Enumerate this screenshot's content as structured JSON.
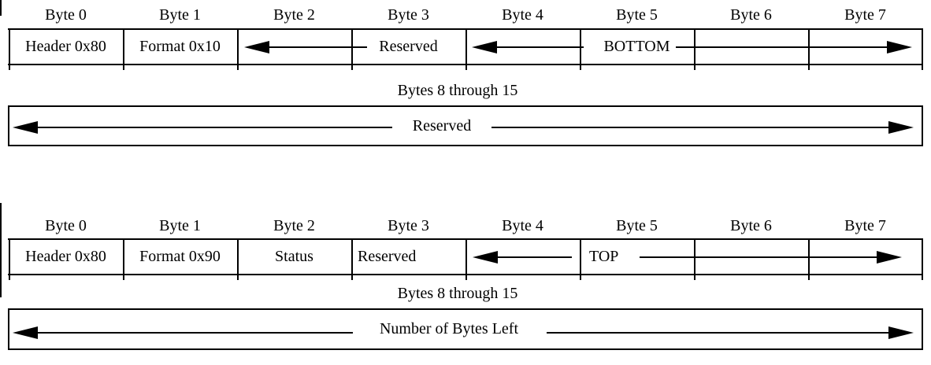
{
  "figure": {
    "description_visible_text_only": "",
    "colors": {
      "ink": "#000000",
      "paper": "#ffffff"
    },
    "format10": {
      "byte_labels": [
        "Byte 0",
        "Byte 1",
        "Byte 2",
        "Byte 3",
        "Byte 4",
        "Byte 5",
        "Byte 6",
        "Byte 7"
      ],
      "row0": {
        "byte0": "Header 0x80",
        "byte1": "Format 0x10",
        "bytes2_3": "Reserved",
        "bytes4_7": "BOTTOM"
      },
      "row1": {
        "caption": "Bytes 8 through 15",
        "field": "Reserved"
      }
    },
    "format90": {
      "byte_labels": [
        "Byte 0",
        "Byte 1",
        "Byte 2",
        "Byte 3",
        "Byte 4",
        "Byte 5",
        "Byte 6",
        "Byte 7"
      ],
      "row0": {
        "byte0": "Header 0x80",
        "byte1": "Format 0x90",
        "byte2": "Status",
        "byte3": "Reserved",
        "bytes4_7": "TOP"
      },
      "row1": {
        "caption": "Bytes 8 through 15",
        "field": "Number of Bytes Left"
      }
    }
  }
}
